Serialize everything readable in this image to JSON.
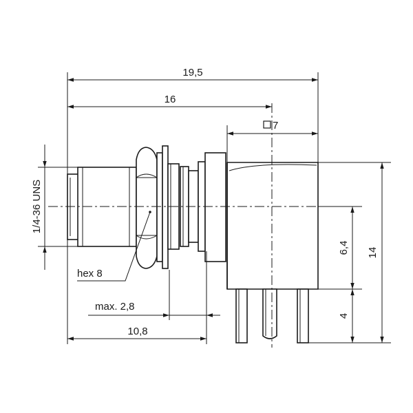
{
  "dimensions": {
    "overall_length": "19,5",
    "to_center": "16",
    "square_flange": "7",
    "thread": "1/4-36 UNS",
    "hex": "hex 8",
    "panel_thickness": "max. 2,8",
    "front_length": "10,8",
    "body_height": "14",
    "center_height": "6,4",
    "pin_length": "4"
  },
  "icons": {
    "square_symbol": "square-symbol-icon"
  }
}
